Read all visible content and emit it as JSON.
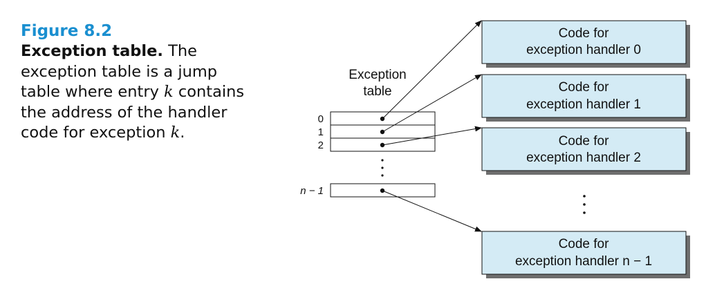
{
  "caption": {
    "figure_label": "Figure 8.2",
    "title": "Exception table.",
    "body_part1": "The exception table is a jump table where entry",
    "var_k": "k",
    "body_part2": "contains the address of the handler code for exception",
    "var_k_end": "k",
    "period": "."
  },
  "diagram": {
    "table_label_line1": "Exception",
    "table_label_line2": "table",
    "row_labels": [
      "0",
      "1",
      "2"
    ],
    "last_row_label": "n − 1",
    "handlers": [
      {
        "line1": "Code for",
        "line2": "exception handler 0"
      },
      {
        "line1": "Code for",
        "line2": "exception handler 1"
      },
      {
        "line1": "Code for",
        "line2": "exception handler 2"
      },
      {
        "line1": "Code for",
        "line2": "exception handler n − 1"
      }
    ],
    "box_fill": "#d4ebf5",
    "shadow_color": "#6e6e6e"
  }
}
